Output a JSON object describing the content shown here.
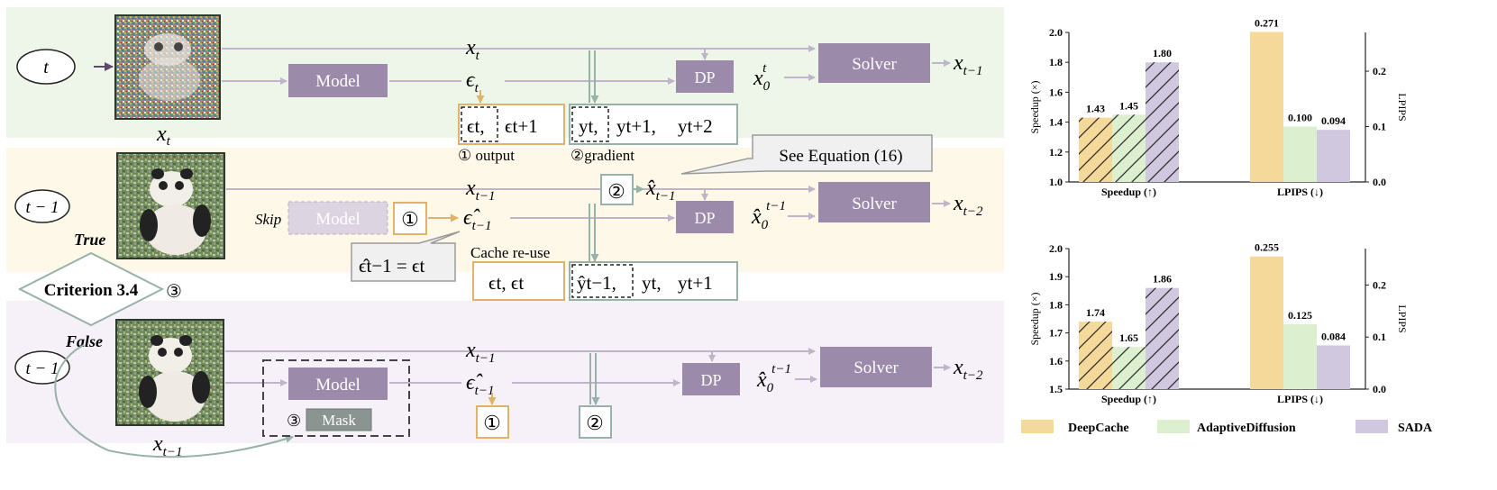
{
  "diagram": {
    "row1": {
      "timestep": "t",
      "image_caption_var": "x",
      "image_caption_sub": "t",
      "model": "Model",
      "dp": "DP",
      "solver": "Solver",
      "x_var": "x",
      "x_sub": "t",
      "eps_var": "ϵ",
      "eps_sub": "t",
      "x0_var": "x",
      "x0_sub": "0",
      "x0_sup": "t",
      "out_var": "x",
      "out_sub": "t−1",
      "cache_eps": [
        "ϵt,",
        "ϵt+1"
      ],
      "cache_y": [
        "yt,",
        "yt+1,",
        "yt+2"
      ],
      "label_output": "① output",
      "label_gradient": "②gradient"
    },
    "row2": {
      "timestep": "t − 1",
      "skip_label": "Skip",
      "model_skipped": "Model",
      "badge1": "①",
      "badge2": "②",
      "dp": "DP",
      "solver": "Solver",
      "x_var": "x",
      "x_sub": "t−1",
      "eps_hat_var": "ϵ̂",
      "eps_hat_sub": "t−1",
      "xhat_var": "x̂",
      "xhat_sub": "t−1",
      "x0_var": "x̂",
      "x0_sub": "0",
      "x0_sup": "t−1",
      "out_var": "x",
      "out_sub": "t−2",
      "callout": "See Equation (16)",
      "reuse_eq": "ϵ̂t−1 = ϵt",
      "cache_reuse_label": "Cache re-use",
      "cache_eps": "ϵt,  ϵt",
      "cache_y": [
        "ŷt−1,",
        "yt,",
        "yt+1"
      ]
    },
    "criterion": {
      "label": "Criterion 3.4",
      "marker": "③",
      "true_label": "True",
      "false_label": "False"
    },
    "row3": {
      "timestep": "t − 1",
      "model": "Model",
      "mask_marker": "③",
      "mask": "Mask",
      "badge1": "①",
      "badge2": "②",
      "dp": "DP",
      "solver": "Solver",
      "x_var": "x",
      "x_sub": "t−1",
      "eps_hat_var": "ϵ̂",
      "eps_hat_sub": "t−1",
      "x0_var": "x̂",
      "x0_sub": "0",
      "x0_sup": "t−1",
      "out_var": "x",
      "out_sub": "t−2",
      "image_caption_var": "x",
      "image_caption_sub": "t−1"
    }
  },
  "chart_data": [
    {
      "type": "bar",
      "categories": [
        "Speedup (↑)",
        "LPIPS (↓)"
      ],
      "ylabel_left": "Speedup (×)",
      "ylabel_right": "LPIPS",
      "ylim_left": [
        1.0,
        2.0
      ],
      "ylim_right": [
        0.0,
        0.27
      ],
      "yticks_left": [
        "1.0",
        "1.2",
        "1.4",
        "1.6",
        "1.8",
        "2.0"
      ],
      "yticks_right": [
        "0.0",
        "0.1",
        "0.2"
      ],
      "series": [
        {
          "name": "DeepCache",
          "values": [
            1.43,
            0.271
          ],
          "labels": [
            "1.43",
            "0.271"
          ]
        },
        {
          "name": "AdaptiveDiffusion",
          "values": [
            1.45,
            0.1
          ],
          "labels": [
            "1.45",
            "0.100"
          ]
        },
        {
          "name": "SADA",
          "values": [
            1.8,
            0.094
          ],
          "labels": [
            "1.80",
            "0.094"
          ]
        }
      ]
    },
    {
      "type": "bar",
      "categories": [
        "Speedup (↑)",
        "LPIPS (↓)"
      ],
      "ylabel_left": "Speedup (×)",
      "ylabel_right": "LPIPS",
      "ylim_left": [
        1.5,
        2.0
      ],
      "ylim_right": [
        0.0,
        0.27
      ],
      "yticks_left": [
        "1.5",
        "1.6",
        "1.7",
        "1.8",
        "1.9",
        "2.0"
      ],
      "yticks_right": [
        "0.0",
        "0.1",
        "0.2"
      ],
      "series": [
        {
          "name": "DeepCache",
          "values": [
            1.74,
            0.255
          ],
          "labels": [
            "1.74",
            "0.255"
          ]
        },
        {
          "name": "AdaptiveDiffusion",
          "values": [
            1.65,
            0.125
          ],
          "labels": [
            "1.65",
            "0.125"
          ]
        },
        {
          "name": "SADA",
          "values": [
            1.86,
            0.084
          ],
          "labels": [
            "1.86",
            "0.084"
          ]
        }
      ]
    }
  ],
  "legend": [
    "DeepCache",
    "AdaptiveDiffusion",
    "SADA"
  ],
  "colors": {
    "deepcache": "#f5d99a",
    "adaptive": "#dcefcf",
    "sada": "#cfc8df",
    "model_box": "#9c8aab",
    "model_skip": "#dcd5e1",
    "mask_box": "#8a9592",
    "row1_bg": "#eef6ea",
    "row2_bg": "#fdf8e8",
    "row3_bg": "#f6f0f8",
    "orange": "#e0b466",
    "green": "#97b2a6",
    "arrow": "#c2b7cc",
    "arrow_dark": "#5f4a6e"
  }
}
